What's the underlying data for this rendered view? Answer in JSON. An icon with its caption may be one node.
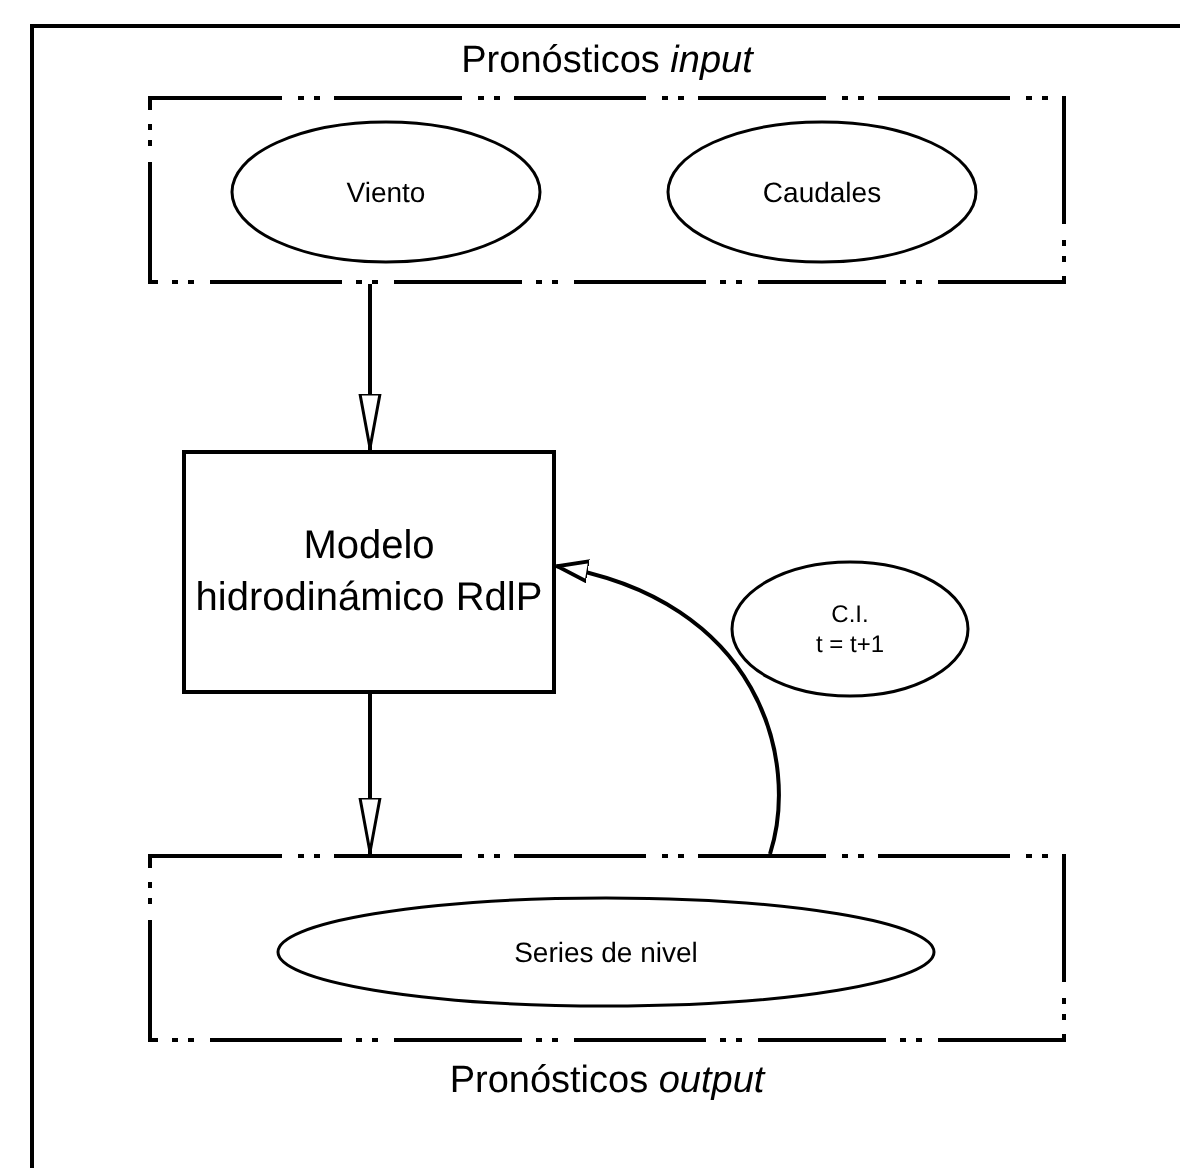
{
  "diagram": {
    "nodes": [
      {
        "text": [
          "Pronósticos *input*"
        ]
      },
      {
        "text": [
          "Viento"
        ],
        "in": 0
      },
      {
        "text": [
          "Caudales"
        ],
        "in": 0
      },
      {
        "text": [
          "Modelo hidrodinámico RdlP"
        ]
      },
      {
        "text": [
          "Pronósticos *output*"
        ]
      },
      {
        "text": [
          "Series de nivel"
        ],
        "in": 4
      },
      {
        "text": [
          "C.I.",
          "t = t+1"
        ]
      }
    ],
    "edges": [
      {
        "from": 0,
        "to": 3,
        "arrow": "to"
      },
      {
        "from": 3,
        "to": 4,
        "arrow": "to"
      },
      {
        "from": 4,
        "to": 3,
        "arrow": "to"
      }
    ]
  }
}
